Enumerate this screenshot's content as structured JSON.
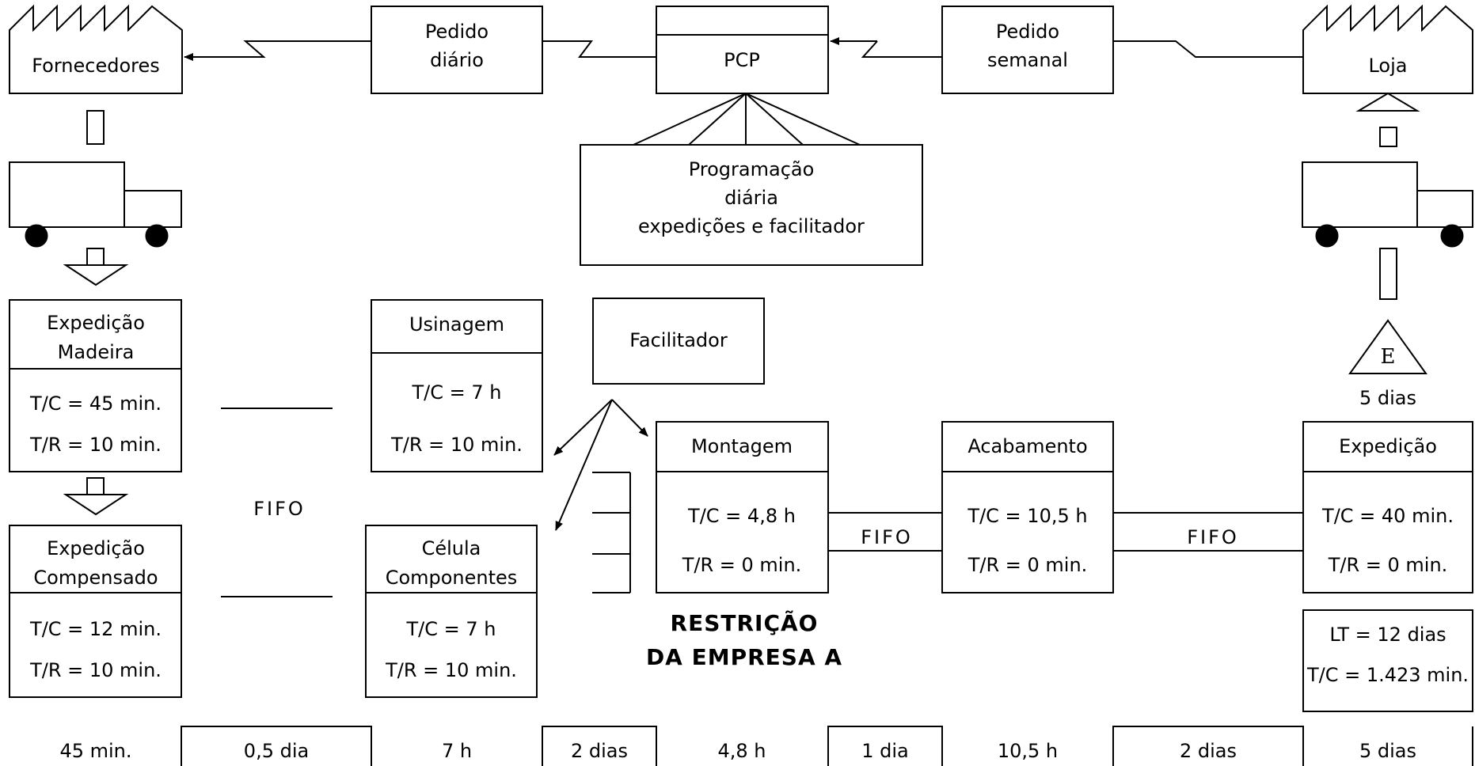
{
  "nodes": {
    "fornecedores": "Fornecedores",
    "loja": "Loja",
    "pedido_diario": [
      "Pedido",
      "diário"
    ],
    "pcp": "PCP",
    "pedido_semanal": [
      "Pedido",
      "semanal"
    ],
    "programacao": [
      "Programação",
      "diária",
      "expedições e facilitador"
    ],
    "facilitador": "Facilitador"
  },
  "processes": {
    "exp_madeira": {
      "title": [
        "Expedição",
        "Madeira"
      ],
      "tc": "T/C = 45 min.",
      "tr": "T/R = 10 min."
    },
    "usinagem": {
      "title": [
        "Usinagem"
      ],
      "tc": "T/C = 7 h",
      "tr": "T/R = 10 min."
    },
    "exp_compensado": {
      "title": [
        "Expedição",
        "Compensado"
      ],
      "tc": "T/C = 12 min.",
      "tr": "T/R = 10 min."
    },
    "celula": {
      "title": [
        "Célula",
        "Componentes"
      ],
      "tc": "T/C = 7 h",
      "tr": "T/R = 10 min."
    },
    "montagem": {
      "title": [
        "Montagem"
      ],
      "tc": "T/C = 4,8 h",
      "tr": "T/R = 0 min."
    },
    "acabamento": {
      "title": [
        "Acabamento"
      ],
      "tc": "T/C = 10,5 h",
      "tr": "T/R = 0 min."
    },
    "expedicao": {
      "title": [
        "Expedição"
      ],
      "tc": "T/C = 40 min.",
      "tr": "T/R = 0 min."
    }
  },
  "fifo_labels": {
    "left": "FIFO",
    "montagem_acabamento": "FIFO",
    "acabamento_expedicao": "FIFO"
  },
  "inventory": {
    "symbol": "E",
    "days": "5 dias"
  },
  "restriction": [
    "RESTRIÇÃO",
    "DA EMPRESA A"
  ],
  "summary": {
    "lt": "LT = 12 dias",
    "tc": "T/C = 1.423 min."
  },
  "timeline": [
    "45 min.",
    "0,5 dia",
    "7 h",
    "2 dias",
    "4,8 h",
    "1 dia",
    "10,5 h",
    "2 dias",
    "5 dias"
  ]
}
